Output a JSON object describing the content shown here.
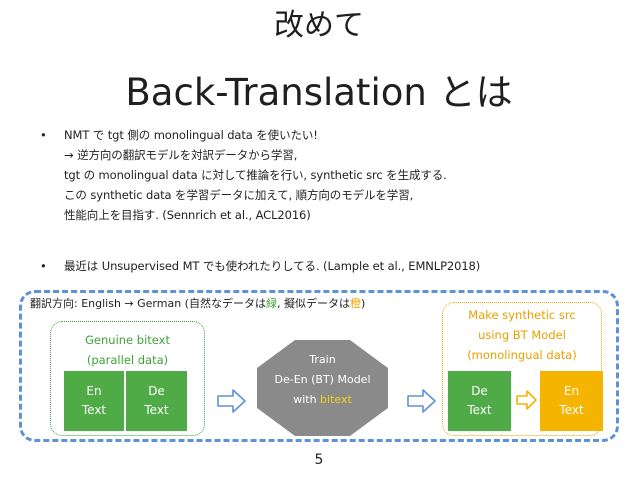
{
  "slide": {
    "title_line1": "改めて",
    "title_line2": "Back-Translation とは",
    "page_number": "5"
  },
  "bullets": [
    {
      "marker": "•",
      "lines": [
        "NMT で tgt 側の monolingual data を使いたい!",
        "→ 逆方向の翻訳モデルを対訳データから学習,",
        "tgt の monolingual data に対して推論を行い, synthetic src を生成する.",
        "この synthetic data を学習データに加えて, 順方向のモデルを学習,",
        "性能向上を目指す. (Sennrich et al., ACL2016)"
      ]
    },
    {
      "marker": "•",
      "lines": [
        "最近は Unsupervised MT でも使われたりしてる. (Lample et al., EMNLP2018)"
      ]
    }
  ],
  "diagram": {
    "caption": {
      "prefix": "翻訳方向: English → German (自然なデータは",
      "natural_word": "緑",
      "middle": ", 擬似データは",
      "pseudo_word": "橙",
      "suffix": ")"
    },
    "genuine": {
      "label_line1": "Genuine bitext",
      "label_line2": "(parallel data)",
      "box_left": {
        "lang": "En",
        "text": "Text"
      },
      "box_right": {
        "lang": "De",
        "text": "Text"
      }
    },
    "train": {
      "line1": "Train",
      "line2": "De-En (BT) Model",
      "line3_prefix": "with ",
      "line3_highlight": "bitext"
    },
    "synthetic": {
      "label_line1": "Make synthetic src",
      "label_line2": "using BT Model",
      "label_line3": "(monolingual data)",
      "box_left": {
        "lang": "De",
        "text": "Text"
      },
      "box_right": {
        "lang": "En",
        "text": "Text"
      }
    }
  },
  "colors": {
    "natural_green": "#4eab45",
    "synthetic_orange": "#f4b400",
    "frame_blue": "#5e92d6",
    "model_gray": "#8a8a8a",
    "highlight_yellow": "#f2d21b"
  }
}
